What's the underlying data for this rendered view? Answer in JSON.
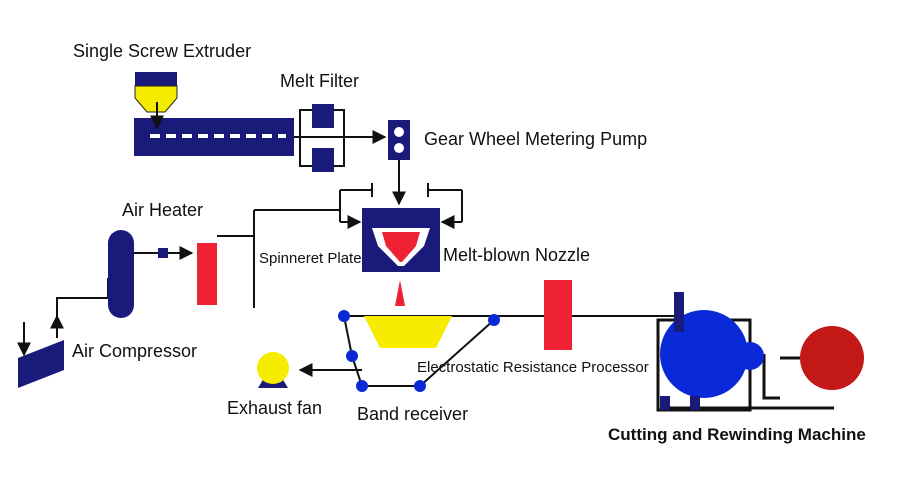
{
  "labels": {
    "single_screw_extruder": "Single Screw Extruder",
    "melt_filter": "Melt Filter",
    "gear_wheel_metering_pump": "Gear Wheel Metering Pump",
    "air_heater": "Air Heater",
    "spinneret_plate": "Spinneret Plate",
    "melt_blown_nozzle": "Melt-blown Nozzle",
    "air_compressor": "Air Compressor",
    "electrostatic_resistance_processor": "Electrostatic Resistance Processor",
    "exhaust_fan": "Exhaust fan",
    "band_receiver": "Band receiver",
    "cutting_and_rewinding_machine": "Cutting and Rewinding Machine"
  },
  "colors": {
    "navy": "#1a1a7a",
    "blue": "#0a2ad8",
    "red": "#ee2233",
    "yellow": "#f5ec00",
    "dark_red": "#c21818",
    "line": "#111111"
  }
}
